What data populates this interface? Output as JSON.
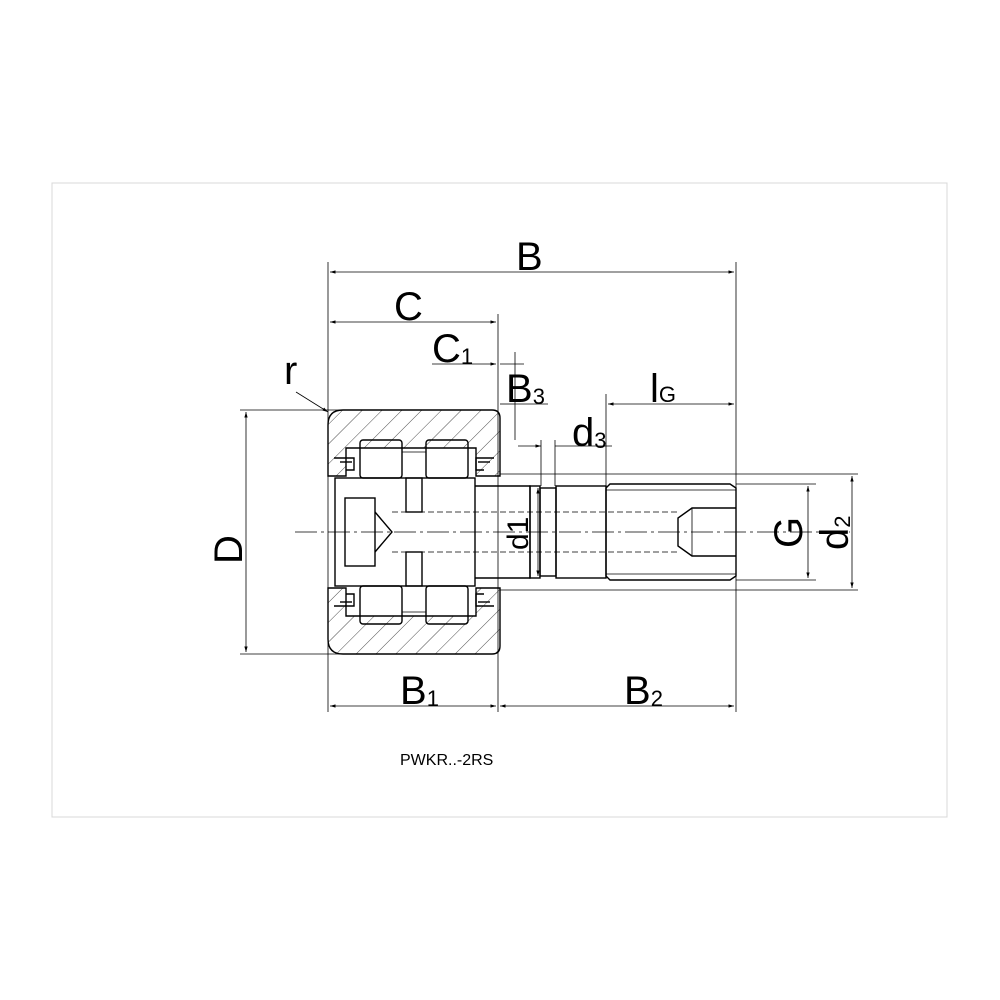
{
  "labels": {
    "B": "B",
    "C": "C",
    "C1_main": "C",
    "C1_sub": "1",
    "B3_main": "B",
    "B3_sub": "3",
    "lG_main": "l",
    "lG_sub": "G",
    "d3_main": "d",
    "d3_sub": "3",
    "r": "r",
    "D": "D",
    "d1": "d1",
    "G": "G",
    "d2_main": "d",
    "d2_sub": "2",
    "B1_main": "B",
    "B1_sub": "1",
    "B2_main": "B",
    "B2_sub": "2"
  },
  "caption": "PWKR..-2RS"
}
